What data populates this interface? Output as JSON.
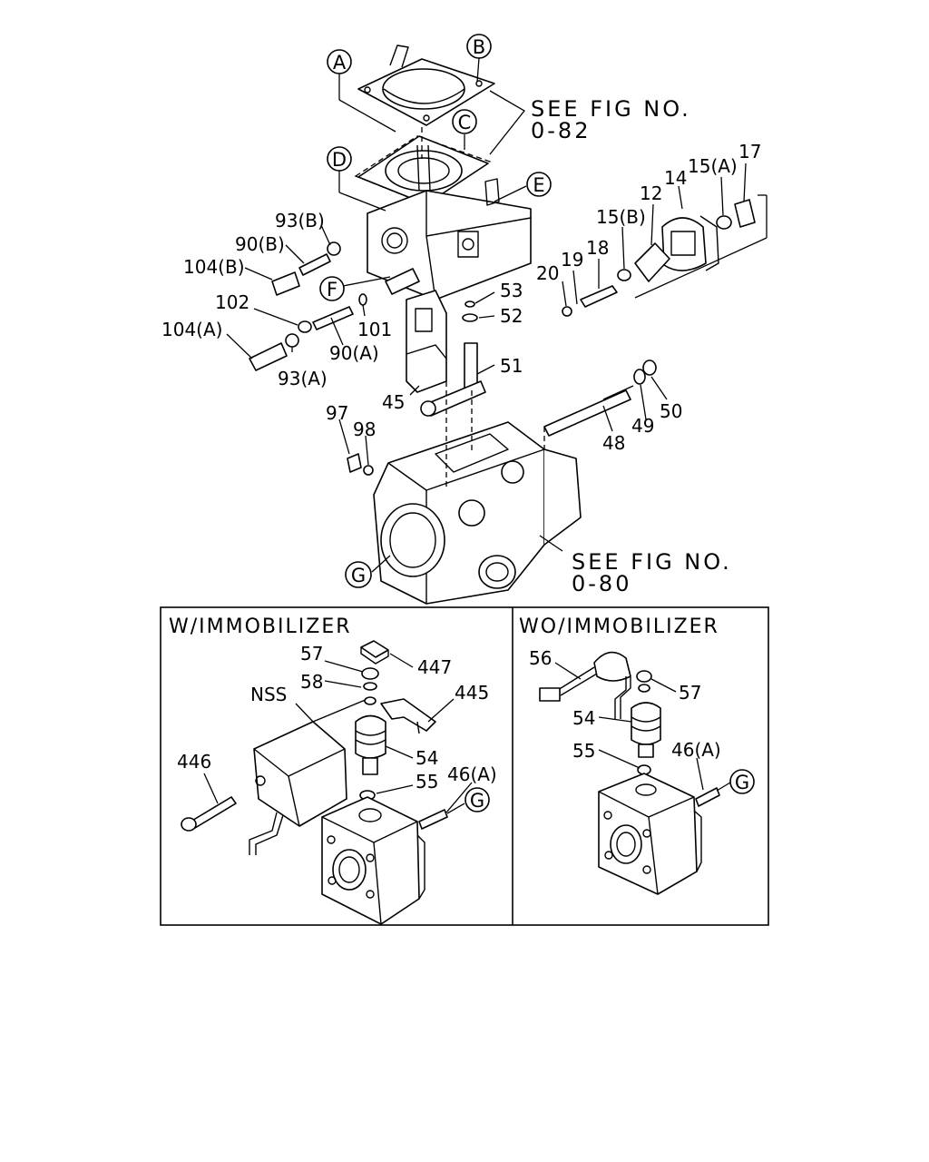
{
  "callouts": {
    "A": "A",
    "B": "B",
    "C": "C",
    "D": "D",
    "E": "E",
    "F": "F",
    "G": "G",
    "G_left": "G",
    "G_right": "G"
  },
  "references": {
    "fig_082_line1": "SEE FIG NO.",
    "fig_082_line2": "0-82",
    "fig_080_line1": "SEE FIG NO.",
    "fig_080_line2": "0-80"
  },
  "labels": {
    "p17": "17",
    "p15a": "15(A)",
    "p14": "14",
    "p12": "12",
    "p15b": "15(B)",
    "p18": "18",
    "p19": "19",
    "p20": "20",
    "p93b": "93(B)",
    "p90b": "90(B)",
    "p104b": "104(B)",
    "p102": "102",
    "p104a": "104(A)",
    "p101": "101",
    "p90a": "90(A)",
    "p93a": "93(A)",
    "p53": "53",
    "p52": "52",
    "p51": "51",
    "p45": "45",
    "p97": "97",
    "p98": "98",
    "p50": "50",
    "p49": "49",
    "p48": "48"
  },
  "panels": {
    "left": {
      "title": "W/IMMOBILIZER",
      "labels": {
        "p57": "57",
        "p447": "447",
        "p58": "58",
        "nss": "NSS",
        "p445": "445",
        "p54": "54",
        "p446": "446",
        "p55": "55",
        "p46a": "46(A)"
      }
    },
    "right": {
      "title": "WO/IMMOBILIZER",
      "labels": {
        "p56": "56",
        "p57": "57",
        "p54": "54",
        "p55": "55",
        "p46a": "46(A)"
      }
    }
  }
}
